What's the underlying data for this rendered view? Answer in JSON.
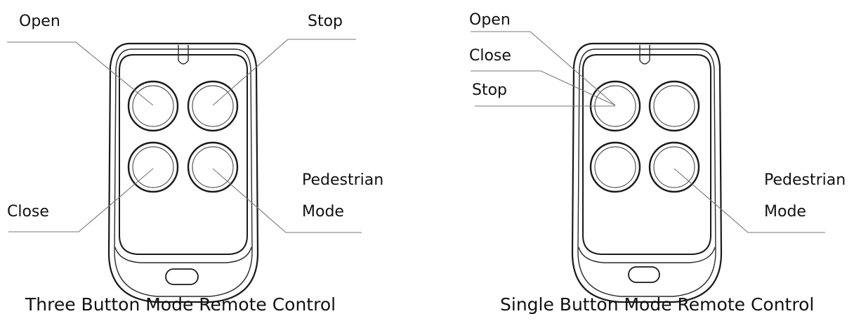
{
  "left_remote": {
    "caption": "Three Button Mode Remote Control",
    "labels": {
      "open": "Open",
      "stop": "Stop",
      "close": "Close",
      "pedestrian_line1": "Pedestrian",
      "pedestrian_line2": "Mode"
    }
  },
  "right_remote": {
    "caption": "Single Button Mode Remote Control",
    "labels": {
      "open": "Open",
      "close": "Close",
      "stop": "Stop",
      "pedestrian_line1": "Pedestrian",
      "pedestrian_line2": "Mode"
    }
  }
}
